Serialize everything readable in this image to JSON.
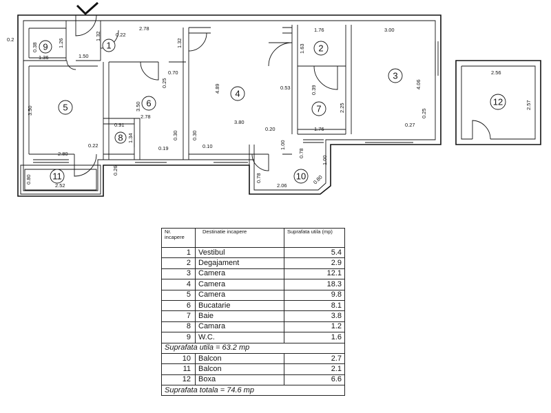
{
  "plan": {
    "north_arrow_icon": "north-arrow-icon",
    "rooms": [
      {
        "id": "1",
        "label": "1"
      },
      {
        "id": "2",
        "label": "2"
      },
      {
        "id": "3",
        "label": "3"
      },
      {
        "id": "4",
        "label": "4"
      },
      {
        "id": "5",
        "label": "5"
      },
      {
        "id": "6",
        "label": "6"
      },
      {
        "id": "7",
        "label": "7"
      },
      {
        "id": "8",
        "label": "8"
      },
      {
        "id": "9",
        "label": "9"
      },
      {
        "id": "10",
        "label": "10"
      },
      {
        "id": "11",
        "label": "11"
      },
      {
        "id": "12",
        "label": "12"
      }
    ],
    "dims": {
      "d_0_2": "0.2",
      "d_1_36": "1.36",
      "d_0_38": "0.38",
      "d_1_26": "1.26",
      "d_1_50": "1.50",
      "d_1_32a": "1.32",
      "d_0_22a": "0.22",
      "d_2_78a": "2.78",
      "d_1_32b": "1.32",
      "d_1_76a": "1.76",
      "d_3_00": "3.00",
      "d_1_63": "1.63",
      "d_0_53": "0.53",
      "d_0_39": "0.39",
      "d_2_25": "2.25",
      "d_4_06": "4.06",
      "d_0_25a": "0.25",
      "d_0_27": "0.27",
      "d_1_76b": "1.76",
      "d_0_20a": "0.20",
      "d_3_50a": "3.50",
      "d_2_80": "2.80",
      "d_0_22b": "0.22",
      "d_0_70": "0.70",
      "d_0_25b": "0.25",
      "d_3_50b": "3.50",
      "d_2_78b": "2.78",
      "d_4_89": "4.89",
      "d_3_80": "3.80",
      "d_0_91": "0.91",
      "d_1_34": "1.34",
      "d_0_30a": "0.30",
      "d_0_30b": "0.30",
      "d_0_19": "0.19",
      "d_0_10": "0.10",
      "d_0_26": "0.26",
      "d_1_00a": "1.00",
      "d_0_78a": "0.78",
      "d_1_00b": "1.00",
      "d_0_78b": "0.78",
      "d_2_06": "2.06",
      "d_0_80a": "0.80",
      "d_0_80b": "0.80",
      "d_2_52": "2.52",
      "d_2_56": "2.56",
      "d_2_57": "2.57"
    }
  },
  "table": {
    "header": {
      "col1": "Nr. incapere",
      "col2": "Destinatie incapere",
      "col3": "Suprafata utila (mp)"
    },
    "rows": [
      {
        "nr": "1",
        "name": "Vestibul",
        "area": "5.4"
      },
      {
        "nr": "2",
        "name": "Degajament",
        "area": "2.9"
      },
      {
        "nr": "3",
        "name": "Camera",
        "area": "12.1"
      },
      {
        "nr": "4",
        "name": "Camera",
        "area": "18.3"
      },
      {
        "nr": "5",
        "name": "Camera",
        "area": "9.8"
      },
      {
        "nr": "6",
        "name": "Bucatarie",
        "area": "8.1"
      },
      {
        "nr": "7",
        "name": "Baie",
        "area": "3.8"
      },
      {
        "nr": "8",
        "name": "Camara",
        "area": "1.2"
      },
      {
        "nr": "9",
        "name": "W.C.",
        "area": "1.6"
      }
    ],
    "subtotal": "Suprafata utila = 63.2 mp",
    "rows2": [
      {
        "nr": "10",
        "name": "Balcon",
        "area": "2.7"
      },
      {
        "nr": "11",
        "name": "Balcon",
        "area": "2.1"
      },
      {
        "nr": "12",
        "name": "Boxa",
        "area": "6.6"
      }
    ],
    "total": "Suprafata totala = 74.6 mp"
  }
}
